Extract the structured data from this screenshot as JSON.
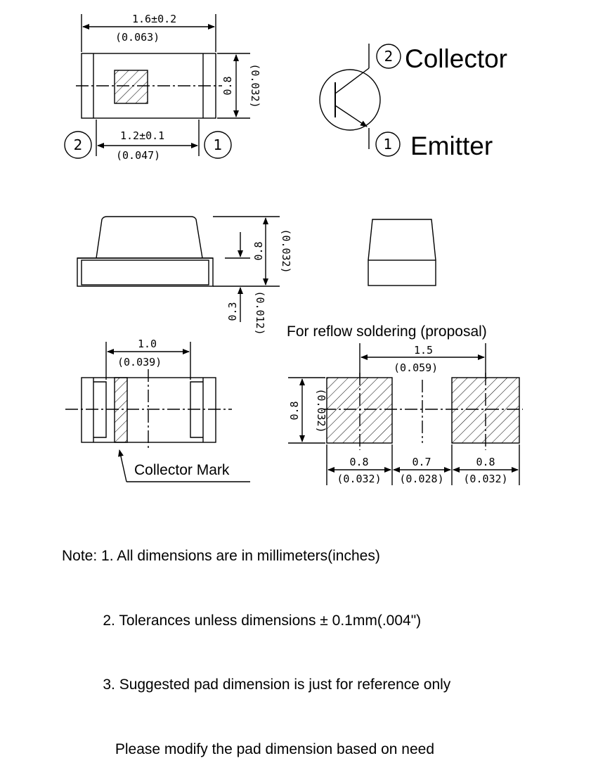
{
  "top_view": {
    "length": "1.6±0.2",
    "length_in": "(0.063)",
    "width": "0.8",
    "width_in": "(0.032)",
    "pin_pitch": "1.2±0.1",
    "pin_pitch_in": "(0.047)",
    "pin_left": "2",
    "pin_right": "1"
  },
  "symbol": {
    "pin2_num": "2",
    "pin2_label": "Collector",
    "pin1_num": "1",
    "pin1_label": "Emitter"
  },
  "side_view": {
    "height": "0.8",
    "height_in": "(0.032)",
    "base": "0.3",
    "base_in": "(0.012)"
  },
  "bottom_view": {
    "width": "1.0",
    "width_in": "(0.039)",
    "mark_label": "Collector Mark"
  },
  "pads": {
    "title": "For reflow soldering (proposal)",
    "pitch": "1.5",
    "pitch_in": "(0.059)",
    "height": "0.8",
    "height_in": "(0.032)",
    "pad_w": "0.8",
    "pad_w_in": "(0.032)",
    "gap": "0.7",
    "gap_in": "(0.028)",
    "pad_w2": "0.8",
    "pad_w2_in": "(0.032)"
  },
  "notes": {
    "line1": "Note: 1. All dimensions are in millimeters(inches)",
    "line2": "          2. Tolerances unless dimensions ± 0.1mm(.004\")",
    "line3": "          3. Suggested pad dimension is just for reference only",
    "line4": "             Please modify the pad dimension based on need"
  }
}
